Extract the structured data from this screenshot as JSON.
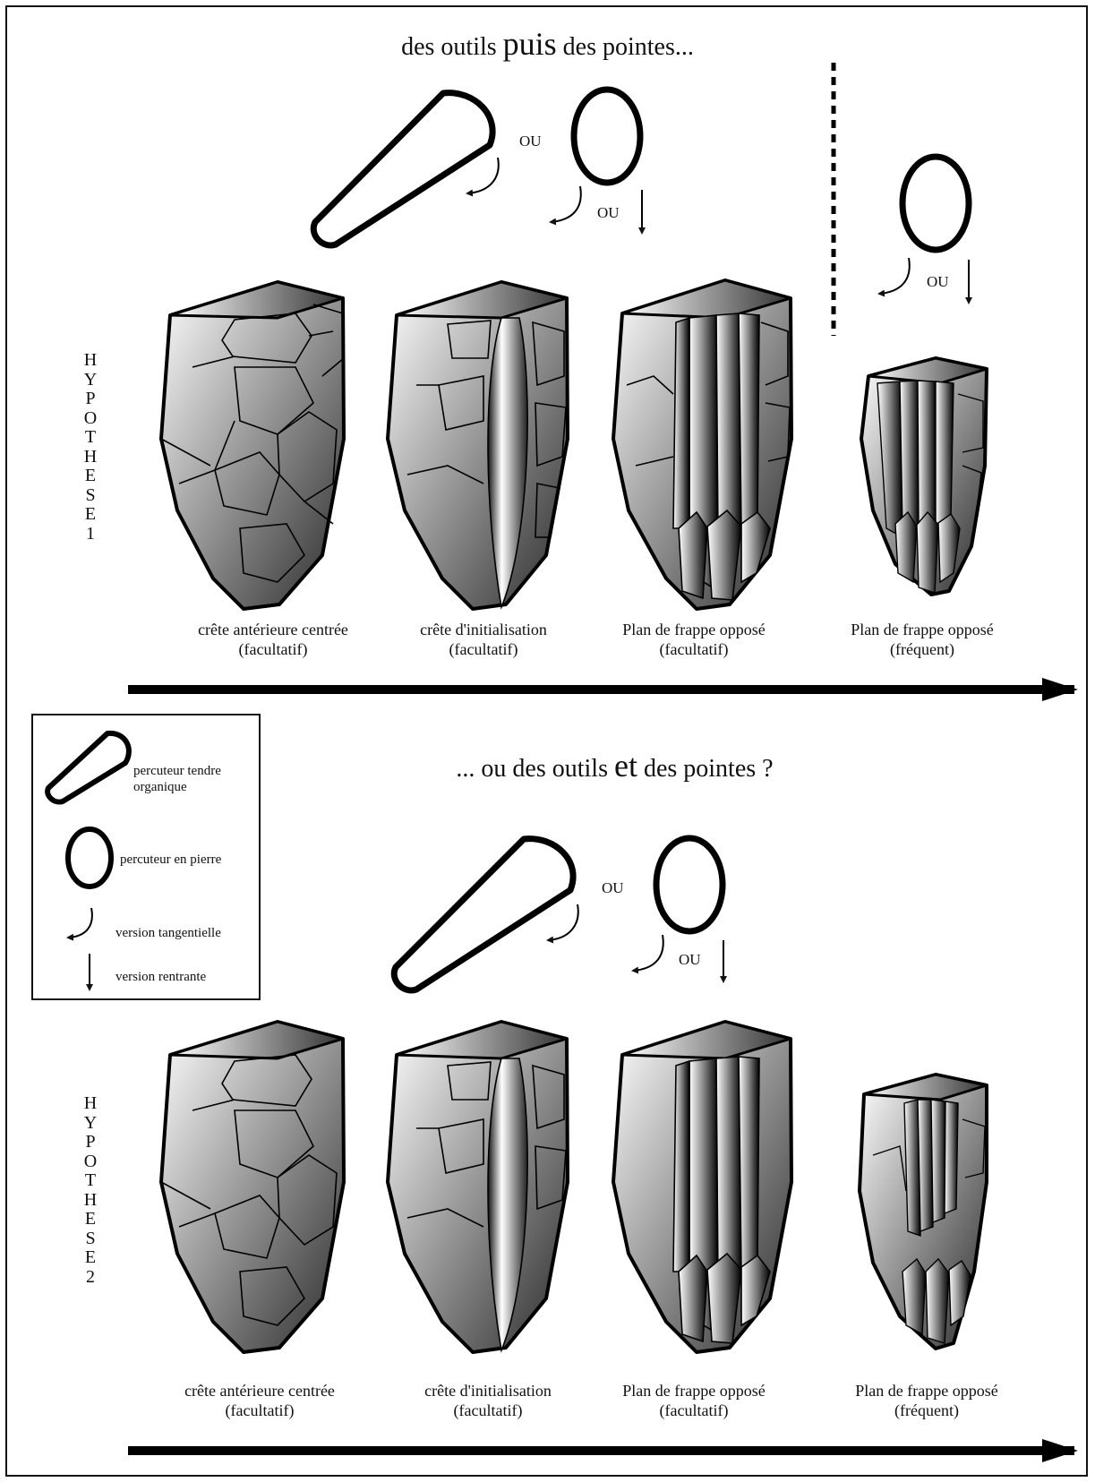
{
  "titles": {
    "top": {
      "pre": "des outils ",
      "emph": "puis",
      "post": " des pointes..."
    },
    "bottom": {
      "pre": "... ou des outils ",
      "emph": "et",
      "post": " des pointes ?"
    }
  },
  "ou_label": "OU",
  "hypotheses": [
    {
      "letters": [
        "H",
        "Y",
        "P",
        "O",
        "T",
        "H",
        "E",
        "S",
        "E",
        "1"
      ]
    },
    {
      "letters": [
        "H",
        "Y",
        "P",
        "O",
        "T",
        "H",
        "E",
        "S",
        "E",
        "2"
      ]
    }
  ],
  "captions_top": [
    {
      "line1": "crête antérieure centrée",
      "line2": "(facultatif)"
    },
    {
      "line1": "crête d'initialisation",
      "line2": "(facultatif)"
    },
    {
      "line1": "Plan de frappe opposé",
      "line2": "(facultatif)"
    },
    {
      "line1": "Plan de frappe opposé",
      "line2": "(fréquent)"
    }
  ],
  "captions_bottom": [
    {
      "line1": "crête antérieure centrée",
      "line2": "(facultatif)"
    },
    {
      "line1": "crête d'initialisation",
      "line2": "(facultatif)"
    },
    {
      "line1": "Plan de frappe opposé",
      "line2": "(facultatif)"
    },
    {
      "line1": "Plan de frappe opposé",
      "line2": "(fréquent)"
    }
  ],
  "legend": {
    "soft": {
      "line1": "percuteur tendre",
      "line2": "organique"
    },
    "stone": "percuteur en pierre",
    "tangential": "version tangentielle",
    "entering": "version rentrante"
  },
  "icons": [
    "soft-hammer-icon",
    "stone-hammer-icon",
    "tangential-arrow-icon",
    "entering-arrow-icon",
    "core-icon",
    "timeline-arrow-icon"
  ]
}
